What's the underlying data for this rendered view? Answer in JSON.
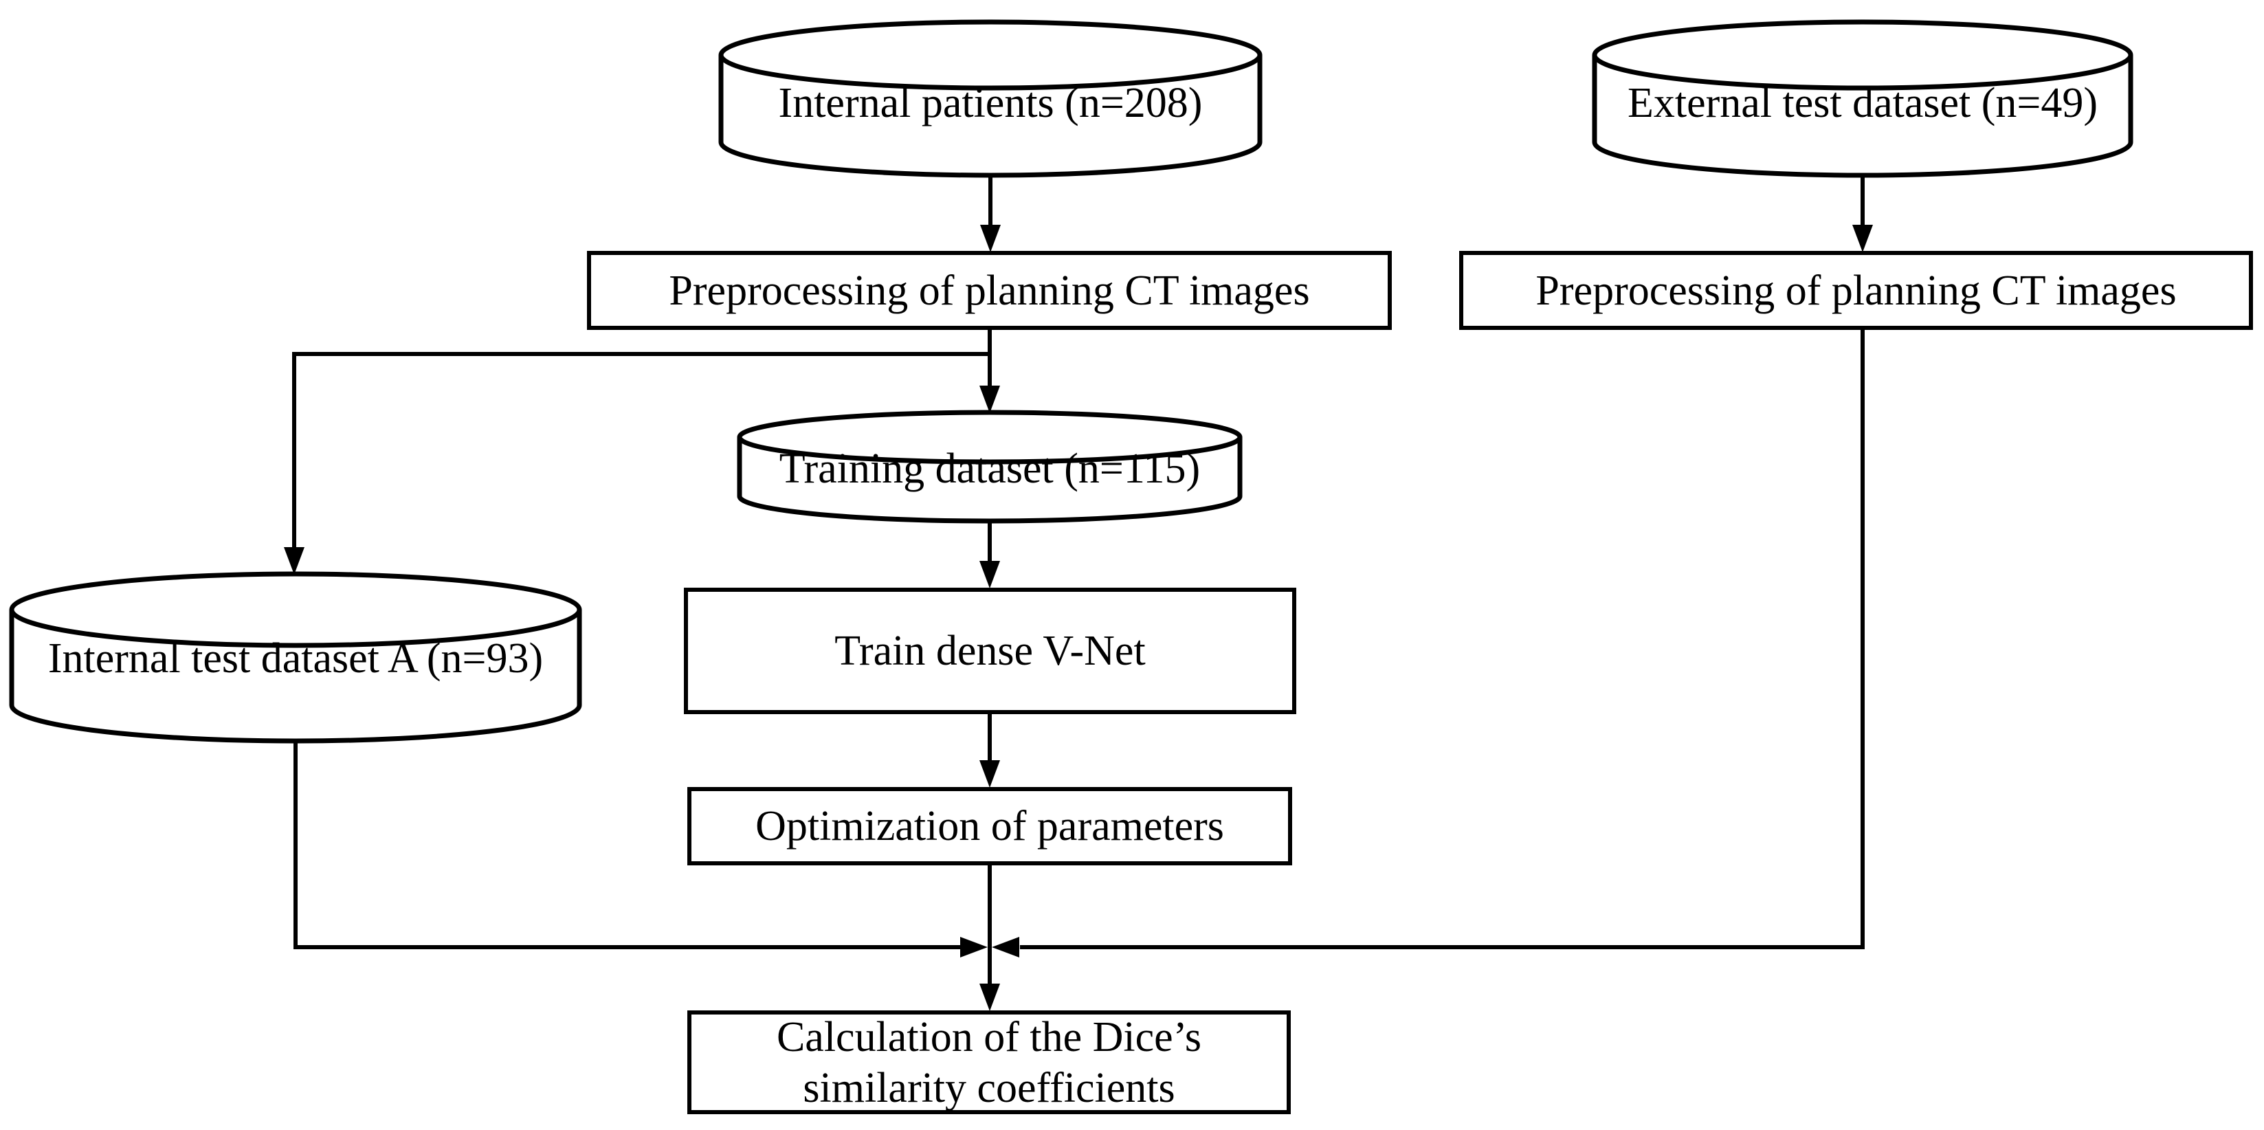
{
  "figure_type": "flowchart",
  "colors": {
    "background": "#ffffff",
    "stroke": "#000000",
    "node_fill": "#ffffff",
    "text": "#000000"
  },
  "nodes": {
    "internal_patients": {
      "shape": "cylinder",
      "label": "Internal patients (n=208)"
    },
    "external_test_dataset": {
      "shape": "cylinder",
      "label": "External test dataset (n=49)"
    },
    "preprocessing_left": {
      "shape": "rect",
      "label": "Preprocessing of planning CT images"
    },
    "preprocessing_right": {
      "shape": "rect",
      "label": "Preprocessing of planning CT images"
    },
    "training_dataset": {
      "shape": "cylinder",
      "label": "Training dataset (n=115)"
    },
    "internal_test_dataset_a": {
      "shape": "cylinder",
      "label": "Internal test dataset A (n=93)"
    },
    "train_dense_vnet": {
      "shape": "rect",
      "label": "Train dense V-Net"
    },
    "optimization_of_parameters": {
      "shape": "rect",
      "label": "Optimization of parameters"
    },
    "calculation_dice": {
      "shape": "rect",
      "label_lines": [
        "Calculation of the Dice’s",
        "similarity coefficients"
      ]
    }
  },
  "edges": [
    {
      "from": "internal_patients",
      "to": "preprocessing_left"
    },
    {
      "from": "external_test_dataset",
      "to": "preprocessing_right"
    },
    {
      "from": "preprocessing_left",
      "to": "training_dataset"
    },
    {
      "from": "preprocessing_left",
      "to": "internal_test_dataset_a"
    },
    {
      "from": "training_dataset",
      "to": "train_dense_vnet"
    },
    {
      "from": "train_dense_vnet",
      "to": "optimization_of_parameters"
    },
    {
      "from": "optimization_of_parameters",
      "to": "calculation_dice"
    },
    {
      "from": "internal_test_dataset_a",
      "to": "calculation_dice"
    },
    {
      "from": "external_test_dataset",
      "to": "calculation_dice"
    }
  ]
}
